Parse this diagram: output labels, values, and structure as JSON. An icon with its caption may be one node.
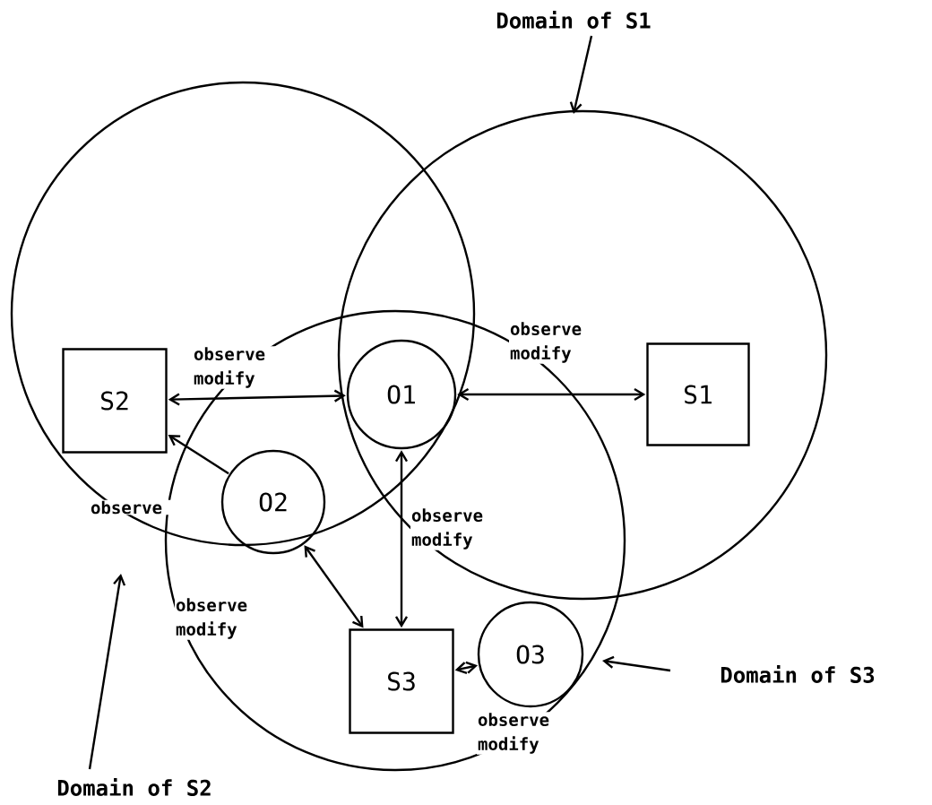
{
  "diagram": {
    "nodes": [
      {
        "text": [],
        "shape": "circle"
      },
      {
        "text": [],
        "shape": "circle"
      },
      {
        "text": [],
        "shape": "circle"
      },
      {
        "text": [
          "Domain of S1"
        ]
      },
      {
        "text": [
          "Domain of S2"
        ]
      },
      {
        "text": [
          "Domain of S3"
        ]
      },
      {
        "text": [
          "S2"
        ],
        "in": 0
      },
      {
        "text": [
          "O1"
        ]
      },
      {
        "text": [
          "S1"
        ],
        "in": 1
      },
      {
        "text": [
          "O2"
        ],
        "in": 2
      },
      {
        "text": [
          "S3"
        ],
        "in": 2
      },
      {
        "text": [
          "O3"
        ],
        "in": 2
      }
    ],
    "edges": [
      {
        "from": 3,
        "to": 1,
        "arrow": "to"
      },
      {
        "from": 4,
        "to": 0,
        "arrow": "to"
      },
      {
        "from": 5,
        "to": 2,
        "arrow": "to"
      },
      {
        "from": 6,
        "to": 7,
        "arrow": "both",
        "label": "observe modify"
      },
      {
        "from": 7,
        "to": 8,
        "arrow": "both",
        "label": "observe modify"
      },
      {
        "from": 9,
        "to": 6,
        "arrow": "to",
        "label": "observe"
      },
      {
        "from": 7,
        "to": 10,
        "arrow": "both",
        "label": "observe modify"
      },
      {
        "from": 9,
        "to": 10,
        "arrow": "both",
        "label": "observe modify"
      },
      {
        "from": 10,
        "to": 11,
        "arrow": "both",
        "label": "observe modify"
      }
    ]
  }
}
